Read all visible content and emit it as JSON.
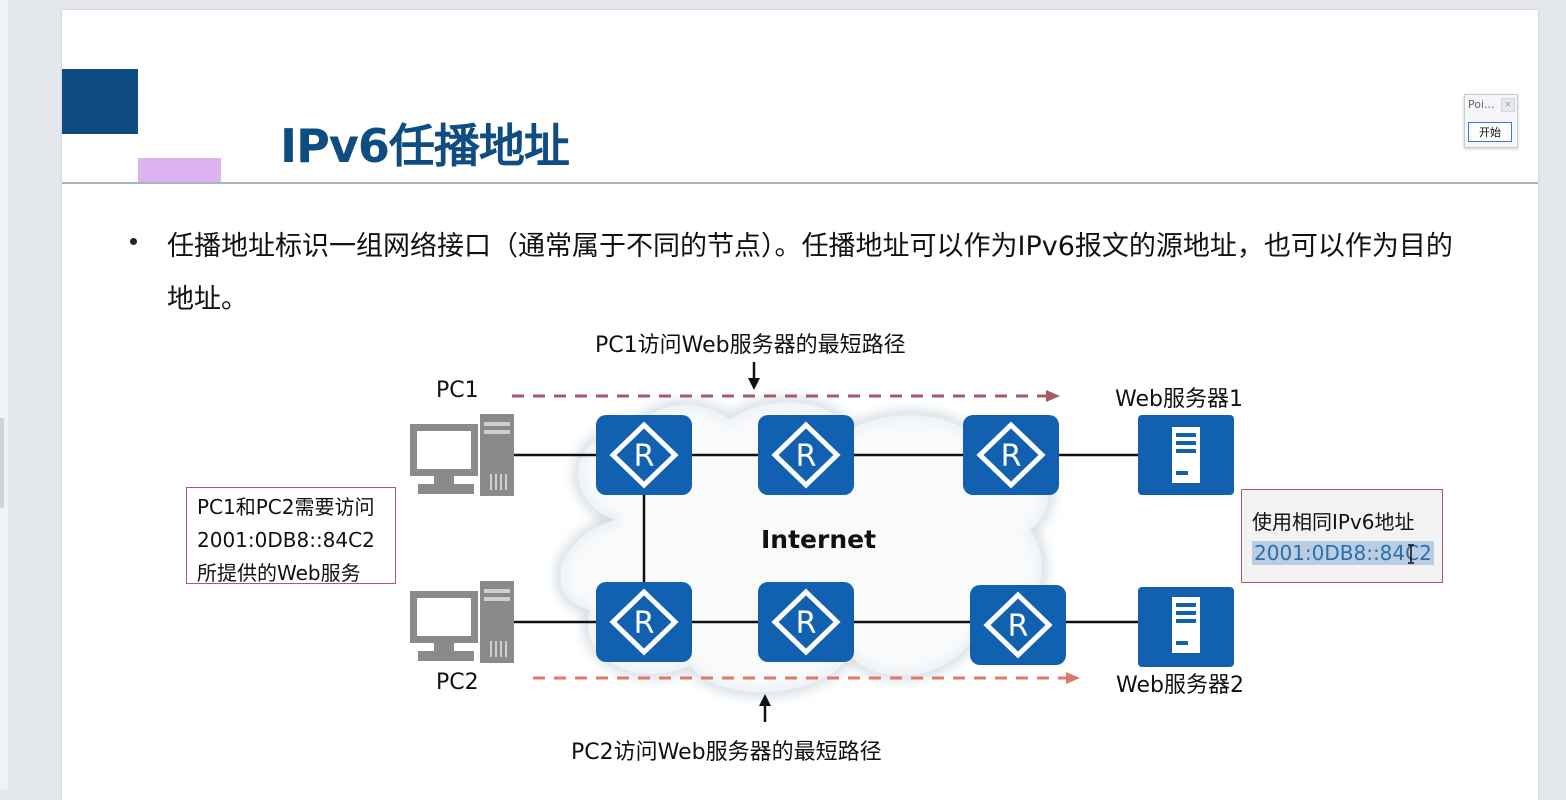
{
  "slide": {
    "title": "IPv6任播地址",
    "bullet": "任播地址标识一组网络接口（通常属于不同的节点）。任播地址可以作为IPv6报文的源地址，也可以作为目的地址。"
  },
  "pointer_widget": {
    "title": "Poi...",
    "close": "×",
    "start_button": "开始"
  },
  "diagram": {
    "cloud_label": "Internet",
    "pc1_label": "PC1",
    "pc2_label": "PC2",
    "server1_label": "Web服务器1",
    "server2_label": "Web服务器2",
    "path_top_label": "PC1访问Web服务器的最短路径",
    "path_bottom_label": "PC2访问Web服务器的最短路径",
    "left_note": [
      "PC1和PC2需要访问",
      "2001:0DB8::84C2",
      "所提供的Web服务"
    ],
    "right_note_line1": "使用相同IPv6地址",
    "right_note_line2": "2001:0DB8::84C2",
    "router_glyph": "R",
    "colors": {
      "router": "#1261b0",
      "top_path": "#a65a6a",
      "bottom_path": "#de7a6a",
      "note_border": "#b05a66",
      "title": "#0f4c81"
    }
  }
}
